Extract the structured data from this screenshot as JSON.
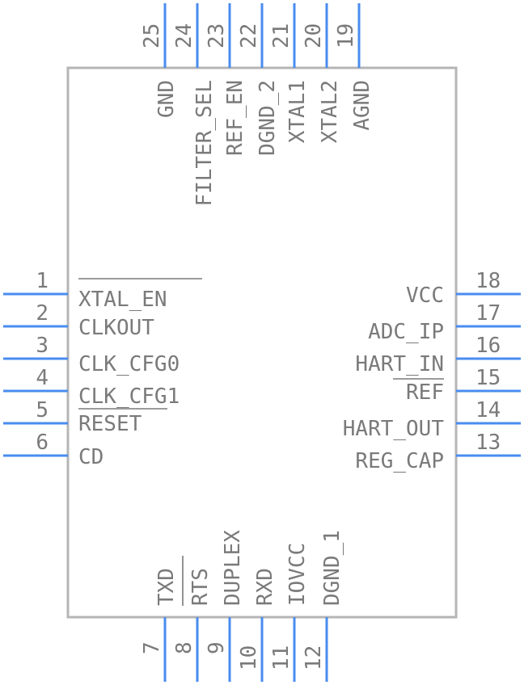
{
  "colors": {
    "pin": "#4a8cf0",
    "outline": "#b5b5b5",
    "text": "#7a7a7a"
  },
  "pins": {
    "left": [
      {
        "num": "1",
        "name": "XTAL_EN"
      },
      {
        "num": "2",
        "name": "CLKOUT"
      },
      {
        "num": "3",
        "name": "CLK_CFG0"
      },
      {
        "num": "4",
        "name": "CLK_CFG1"
      },
      {
        "num": "5",
        "name": "RESET"
      },
      {
        "num": "6",
        "name": "CD"
      }
    ],
    "right": [
      {
        "num": "18",
        "name": "VCC"
      },
      {
        "num": "17",
        "name": "ADC_IP"
      },
      {
        "num": "16",
        "name": "HART_IN"
      },
      {
        "num": "15",
        "name": "REF"
      },
      {
        "num": "14",
        "name": "HART_OUT"
      },
      {
        "num": "13",
        "name": "REG_CAP"
      }
    ],
    "bottom": [
      {
        "num": "7",
        "name": "TXD"
      },
      {
        "num": "8",
        "name": "RTS"
      },
      {
        "num": "9",
        "name": "DUPLEX"
      },
      {
        "num": "10",
        "name": "RXD"
      },
      {
        "num": "11",
        "name": "IOVCC"
      },
      {
        "num": "12",
        "name": "DGND_1"
      }
    ],
    "top": [
      {
        "num": "25",
        "name": "GND"
      },
      {
        "num": "24",
        "name": "FILTER_SEL"
      },
      {
        "num": "23",
        "name": "REF_EN"
      },
      {
        "num": "22",
        "name": "DGND_2"
      },
      {
        "num": "21",
        "name": "XTAL1"
      },
      {
        "num": "20",
        "name": "XTAL2"
      },
      {
        "num": "19",
        "name": "AGND"
      }
    ]
  }
}
